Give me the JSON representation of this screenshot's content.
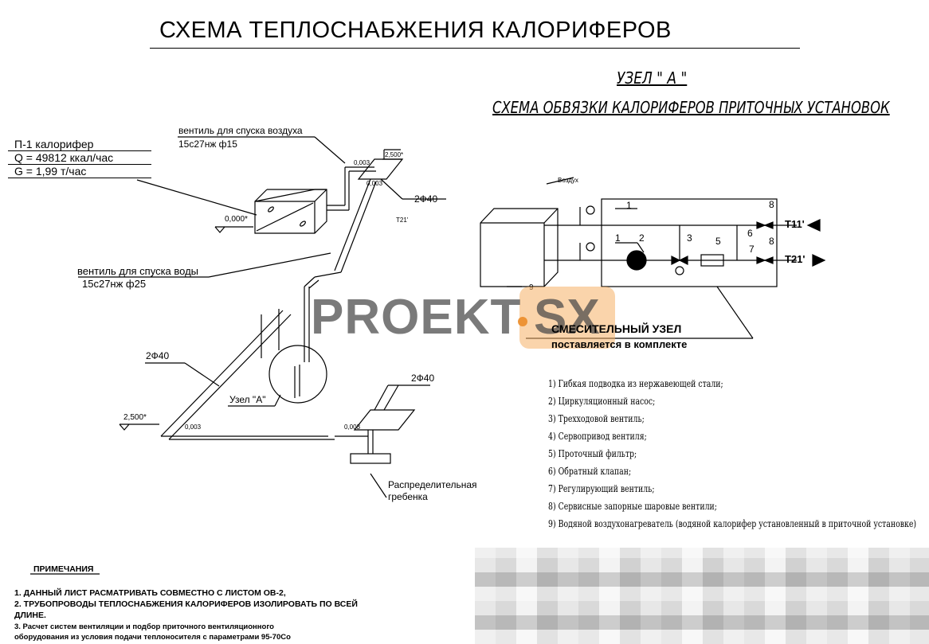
{
  "title": "СХЕМА ТЕПЛОСНАБЖЕНИЯ КАЛОРИФЕРОВ",
  "uzel_title": "УЗЕЛ \" А \"",
  "subscheme_title": "СХЕМА ОБВЯЗКИ КАЛОРИФЕРОВ ПРИТОЧНЫХ УСТАНОВОК",
  "calorifer": {
    "name": "П-1 калорифер",
    "q": "Q = 49812 ккал/час",
    "g": "G = 1,99 т/час"
  },
  "labels": {
    "vent_air": "вентиль для спуска воздуха",
    "vent_air_spec": "15с27нж  ф15",
    "vent_water": "вентиль для спуска воды",
    "vent_water_spec": "15с27нж  ф25",
    "pipe_a": "2Ф40",
    "pipe_b": "2Ф40",
    "pipe_c": "2Ф40",
    "uzel_a": "Узел \"А\"",
    "manifold_1": "Распределительная",
    "manifold_2": "гребенка",
    "elev_0": "0,000*",
    "elev_2500_top": "2,500*",
    "elev_2500_left": "2,500*",
    "slope_1": "0,003",
    "slope_2": "0,003",
    "slope_3": "0,003",
    "slope_4": "0,003",
    "t21_small": "Т21'",
    "air": "Воздух",
    "t11": "Т11'",
    "t21": "Т21'",
    "mixing_1": "СМЕСИТЕЛЬНЫЙ УЗЕЛ",
    "mixing_2": "поставляется в комплекте",
    "n1": "1",
    "n1b": "1",
    "n2": "2",
    "n3": "3",
    "n5": "5",
    "n6": "6",
    "n7": "7",
    "n8a": "8",
    "n8b": "8",
    "n9": "9"
  },
  "legend": [
    "1) Гибкая подводка из нержавеющей стали;",
    "2) Циркуляционный насос;",
    "3) Трехходовой вентиль;",
    "4) Сервопривод вентиля;",
    "5) Проточный фильтр;",
    "6) Обратный клапан;",
    "7) Регулирующий вентиль;",
    "8) Сервисные запорные шаровые вентили;",
    "9) Водяной воздухонагреватель (водяной калорифер установленный в приточной установке)"
  ],
  "notes": {
    "heading": "ПРИМЕЧАНИЯ",
    "items": [
      "1. ДАННЫЙ ЛИСТ РАСМАТРИВАТЬ СОВМЕСТНО С ЛИСТОМ  ОВ-2,",
      "2. ТРУБОПРОВОДЫ ТЕПЛОСНАБЖЕНИЯ КАЛОРИФЕРОВ ИЗОЛИРОВАТЬ ПО ВСЕЙ",
      "ДЛИНЕ.",
      "3. Расчет систем вентиляции и подбор приточного вентиляционного",
      "оборудования из условия подачи теплоносителя с параметрами  95-70Со"
    ]
  },
  "watermark": {
    "text": "PROEKT",
    "suffix": "SX",
    "accent": "#f0a050"
  }
}
